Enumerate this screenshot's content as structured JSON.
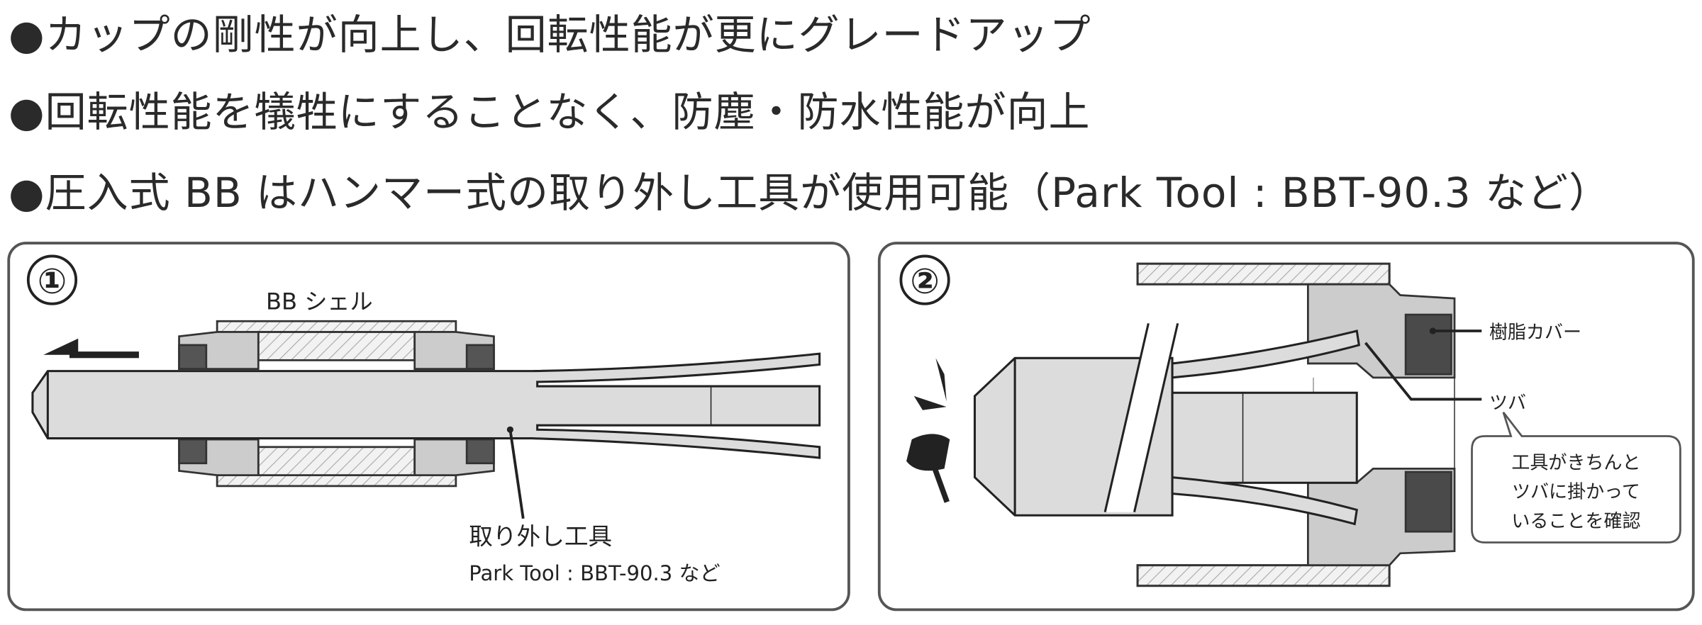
{
  "bullets": [
    "●カップの剛性が向上し、回転性能が更にグレードアップ",
    "●回転性能を犠牲にすることなく、防塵・防水性能が向上",
    "●圧入式 BB はハンマー式の取り外し工具が使用可能（Park Tool : BBT-90.3 など）"
  ],
  "panel1": {
    "number": "①",
    "shell_label": "BB シェル",
    "tool_label": "取り外し工具",
    "tool_model": "Park Tool : BBT-90.3 など"
  },
  "panel2": {
    "number": "②",
    "cover_label": "樹脂カバー",
    "flange_label": "ツバ",
    "callout": [
      "工具がきちんと",
      "ツバに掛かって",
      "いることを確認"
    ]
  },
  "colors": {
    "metal": "#dcdcdc",
    "dark": "#4a4a4a",
    "line": "#222222",
    "panel_border": "#555555"
  }
}
